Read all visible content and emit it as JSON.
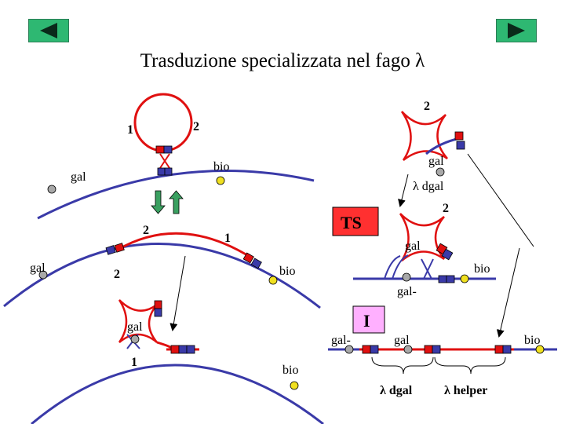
{
  "nav": {
    "prev_icon": "triangle-left-icon",
    "next_icon": "triangle-right-icon",
    "button_color": "#2eb872"
  },
  "title": "Trasduzione specializzata nel fago λ",
  "colors": {
    "chromosome": "#3a3aa8",
    "phage": "#e01010",
    "gal_gene": "#a8a8a8",
    "bio_gene": "#f0e020",
    "ts_box": "#ff3030",
    "i_box": "#ffb0ff",
    "excision_arrows": "#3aa060"
  },
  "labels": {
    "top_left_one": "1",
    "top_left_two": "2",
    "top_left_gal": "gal",
    "top_left_bio": "bio",
    "top_right_two": "2",
    "top_right_gal": "gal",
    "top_right_lambda_dgal": "λ dgal",
    "mid_two": "2",
    "mid_one": "1",
    "mid_gal": "gal",
    "mid_two_low": "2",
    "mid_bio": "bio",
    "bottom_gal": "gal",
    "bottom_one": "1",
    "bottom_bio": "bio",
    "ts": "TS",
    "ts_two": "2",
    "ts_gal": "gal",
    "ts_bio": "bio",
    "ts_gal_minus": "gal-",
    "i": "I",
    "lys_gal_minus": "gal-",
    "lys_gal": "gal",
    "lys_bio": "bio",
    "lys_lambda_dgal": "λ dgal",
    "lys_lambda_helper": "λ helper"
  }
}
